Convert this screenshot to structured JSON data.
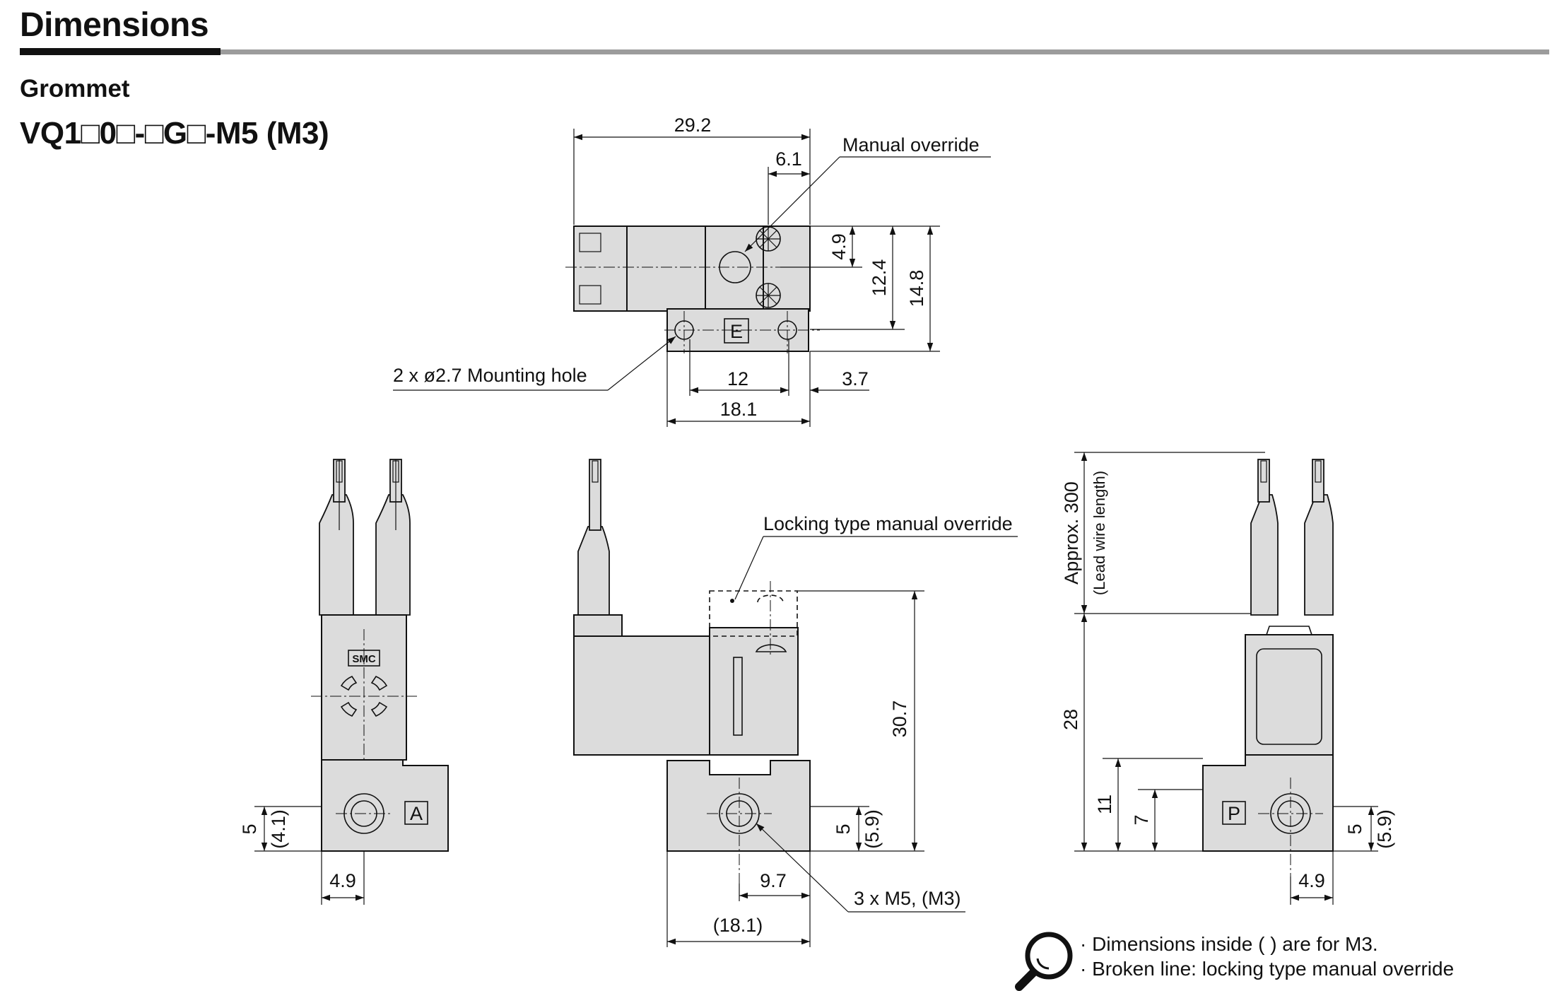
{
  "header": {
    "title": "Dimensions"
  },
  "subtitle": "Grommet",
  "model": "VQ1□0□-□G□-M5 (M3)",
  "top_view": {
    "dims": {
      "overall_width": "29.2",
      "override_offset": "6.1",
      "d_4_9": "4.9",
      "d_12_4": "12.4",
      "d_14_8": "14.8",
      "hole_pitch": "12",
      "d_3_7": "3.7",
      "base_width": "18.1"
    },
    "port_label": "E",
    "callouts": {
      "manual_override": "Manual override",
      "mounting_hole": "2 x ø2.7 Mounting hole"
    }
  },
  "left_view": {
    "logo": "SMC",
    "port_label": "A",
    "dims": {
      "port_height": "5",
      "port_height_m3": "(4.1)",
      "port_offset": "4.9"
    }
  },
  "center_view": {
    "callouts": {
      "locking_override": "Locking type manual override",
      "ports": "3 x M5, (M3)"
    },
    "dims": {
      "height": "30.7",
      "port_height": "5",
      "port_height_m3": "(5.9)",
      "port_offset": "9.7",
      "base_width": "(18.1)"
    }
  },
  "right_view": {
    "port_label": "P",
    "dims": {
      "lead_wire": "Approx. 300",
      "lead_wire_note": "(Lead wire length)",
      "d_28": "28",
      "d_11": "11",
      "d_7": "7",
      "port_height": "5",
      "port_height_m3": "(5.9)",
      "port_offset": "4.9"
    }
  },
  "notes": [
    "· Dimensions inside ( ) are for M3.",
    "· Broken line: locking type manual override"
  ],
  "icons": {
    "notes_icon": "magnifier-icon"
  }
}
